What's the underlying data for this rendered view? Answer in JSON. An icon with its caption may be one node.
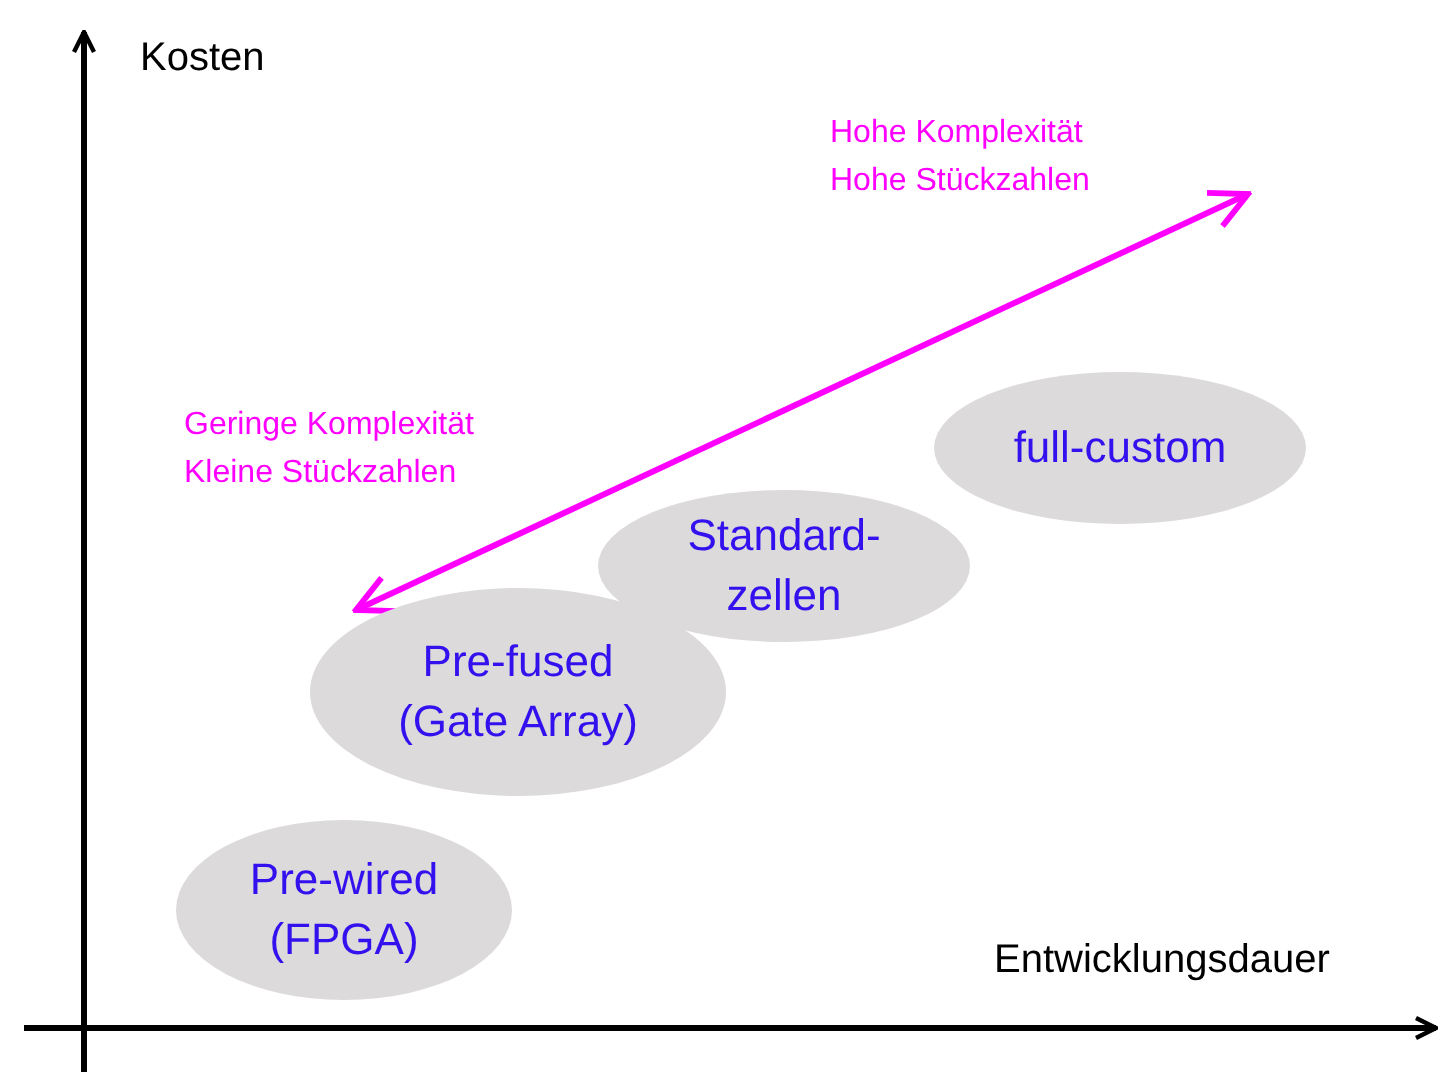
{
  "diagram": {
    "nodes": [
      {
        "text": [
          "full-custom"
        ]
      },
      {
        "text": [
          "Standard- zellen"
        ]
      },
      {
        "text": [
          "Pre-fused (Gate Array)"
        ]
      },
      {
        "text": [
          "Pre-wired (FPGA)"
        ]
      }
    ],
    "labels": [
      "Kosten",
      "Hohe Komplexität",
      "Hohe Stückzahlen",
      "Geringe Komplexität",
      "Kleine Stückzahlen",
      "Entwicklungsdauer"
    ]
  }
}
